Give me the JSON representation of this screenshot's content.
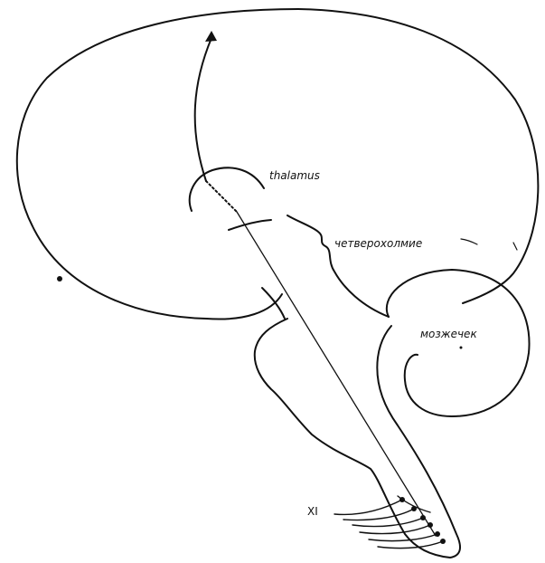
{
  "labels": {
    "thalamus": "thalamus",
    "quadrigemina": "четверохолмие",
    "cerebellum": "мозжечек",
    "nerve": "XI"
  }
}
